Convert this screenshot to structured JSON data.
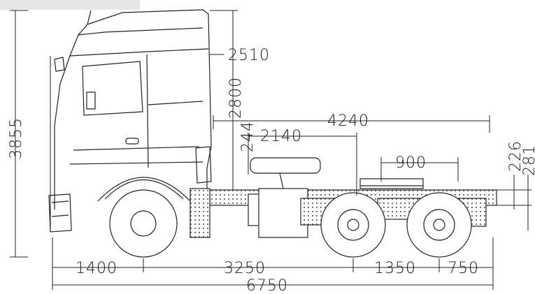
{
  "drawing": {
    "title": "",
    "dimensions": {
      "overall_height": "3855",
      "cab_width_offset": "2510",
      "fifth_wheel_height": "2800",
      "wheelbase_to_rear": "4240",
      "fifth_wheel_offset": "2140",
      "fifth_wheel_lead": "244",
      "fifth_wheel_slide": "900",
      "plate_height_a": "226",
      "plate_height_b": "281",
      "front_overhang": "1400",
      "wheelbase": "3250",
      "axle_spacing": "1350",
      "rear_overhang": "750",
      "overall_length": "6750"
    }
  }
}
